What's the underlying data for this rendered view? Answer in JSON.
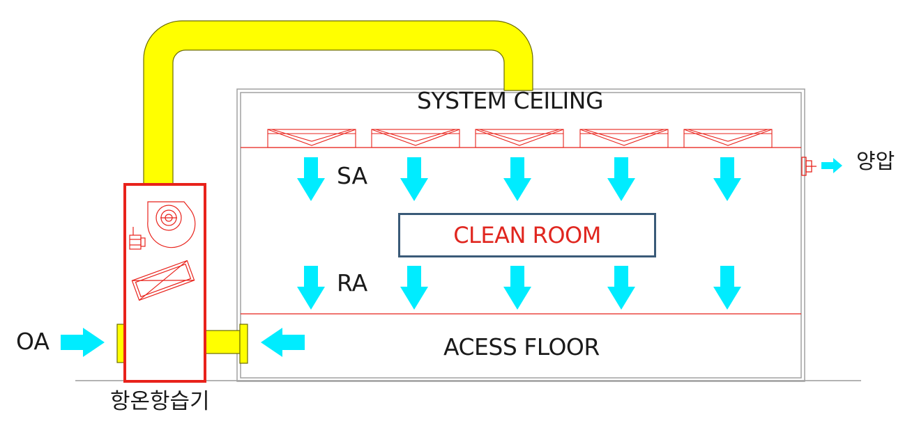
{
  "labels": {
    "system_ceiling": "SYSTEM CEILING",
    "clean_room": "CLEAN ROOM",
    "access_floor": "ACESS FLOOR",
    "supply_air": "SA",
    "return_air": "RA",
    "outdoor_air": "OA",
    "positive_pressure": "양압",
    "air_handling_unit": "항온항습기"
  },
  "colors": {
    "duct": "#ffff00",
    "airflow_arrow": "#00ecff",
    "equipment_line": "#e8221b",
    "room_outline": "#9a9a9a",
    "clean_room_border": "#3a5a78",
    "clean_room_text": "#e0261f"
  },
  "icons": {
    "supply_arrows": "down-arrow",
    "return_arrows": "down-arrow",
    "fan": "centrifugal-fan-icon",
    "coil": "cooling-coil-icon",
    "damper": "pressure-relief-damper-icon"
  }
}
